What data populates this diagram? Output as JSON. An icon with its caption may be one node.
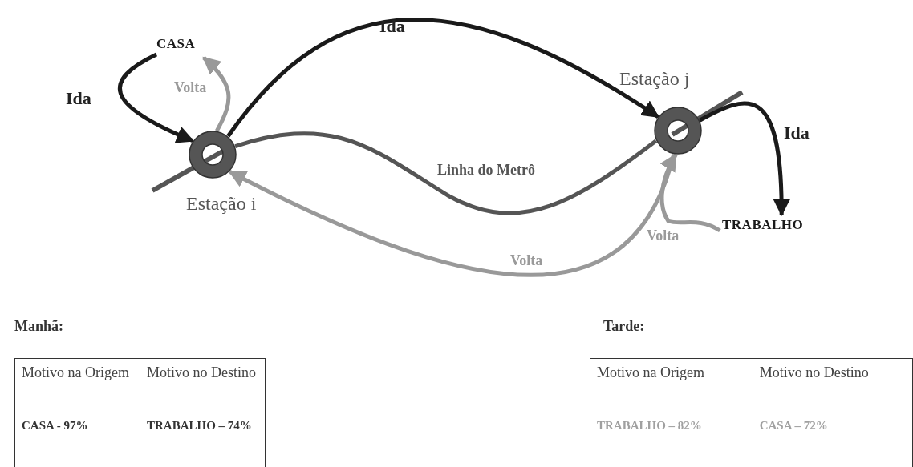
{
  "diagram": {
    "nodes": [
      {
        "text": [
          "CASA"
        ]
      },
      {
        "text": [],
        "shape": "circle",
        "beside": [
          "Estação i"
        ]
      },
      {
        "text": [],
        "shape": "circle",
        "beside": [
          "Estação j"
        ]
      },
      {
        "text": [
          "TRABALHO"
        ]
      }
    ],
    "edges": [
      {
        "from": 0,
        "to": 1,
        "arrow": "to",
        "label": "Ida"
      },
      {
        "from": 1,
        "to": 0,
        "arrow": "to",
        "label": "Volta",
        "color": "#999999"
      },
      {
        "from": 1,
        "to": 2,
        "arrow": "to",
        "label": "Ida"
      },
      {
        "from": 2,
        "to": 1,
        "arrow": "to",
        "label": "Volta",
        "color": "#999999"
      },
      {
        "from": 1,
        "to": 2,
        "arrow": "none",
        "label": "Linha do Metrô",
        "color": "#555555"
      },
      {
        "from": 2,
        "to": 3,
        "arrow": "to",
        "label": "Ida"
      },
      {
        "from": 3,
        "to": 2,
        "arrow": "to",
        "label": "Volta",
        "color": "#999999"
      }
    ],
    "labels": [
      "Manhã:",
      "Motivo na Origem",
      "Motivo no Destino",
      "CASA - 97%",
      "TRABALHO – 74%",
      "Tarde:",
      "Motivo na Origem",
      "Motivo no Destino",
      "TRABALHO – 82%",
      "CASA – 72%"
    ]
  }
}
